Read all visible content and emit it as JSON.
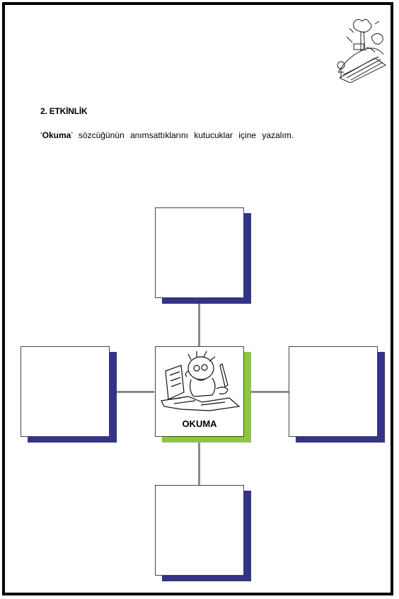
{
  "activity": {
    "title": "2. ETKİNLİK",
    "instruction_quote_open": "‘",
    "instruction_keyword": "Okuma",
    "instruction_rest": "’ sözcüğünün anımsattıklarını kutucuklar içine yazalım."
  },
  "center_box": {
    "label": "OKUMA"
  },
  "colors": {
    "box_shadow": "#33338a",
    "center_shadow": "#8cc63f",
    "connector": "#8a8a8a",
    "frame": "#000000"
  }
}
